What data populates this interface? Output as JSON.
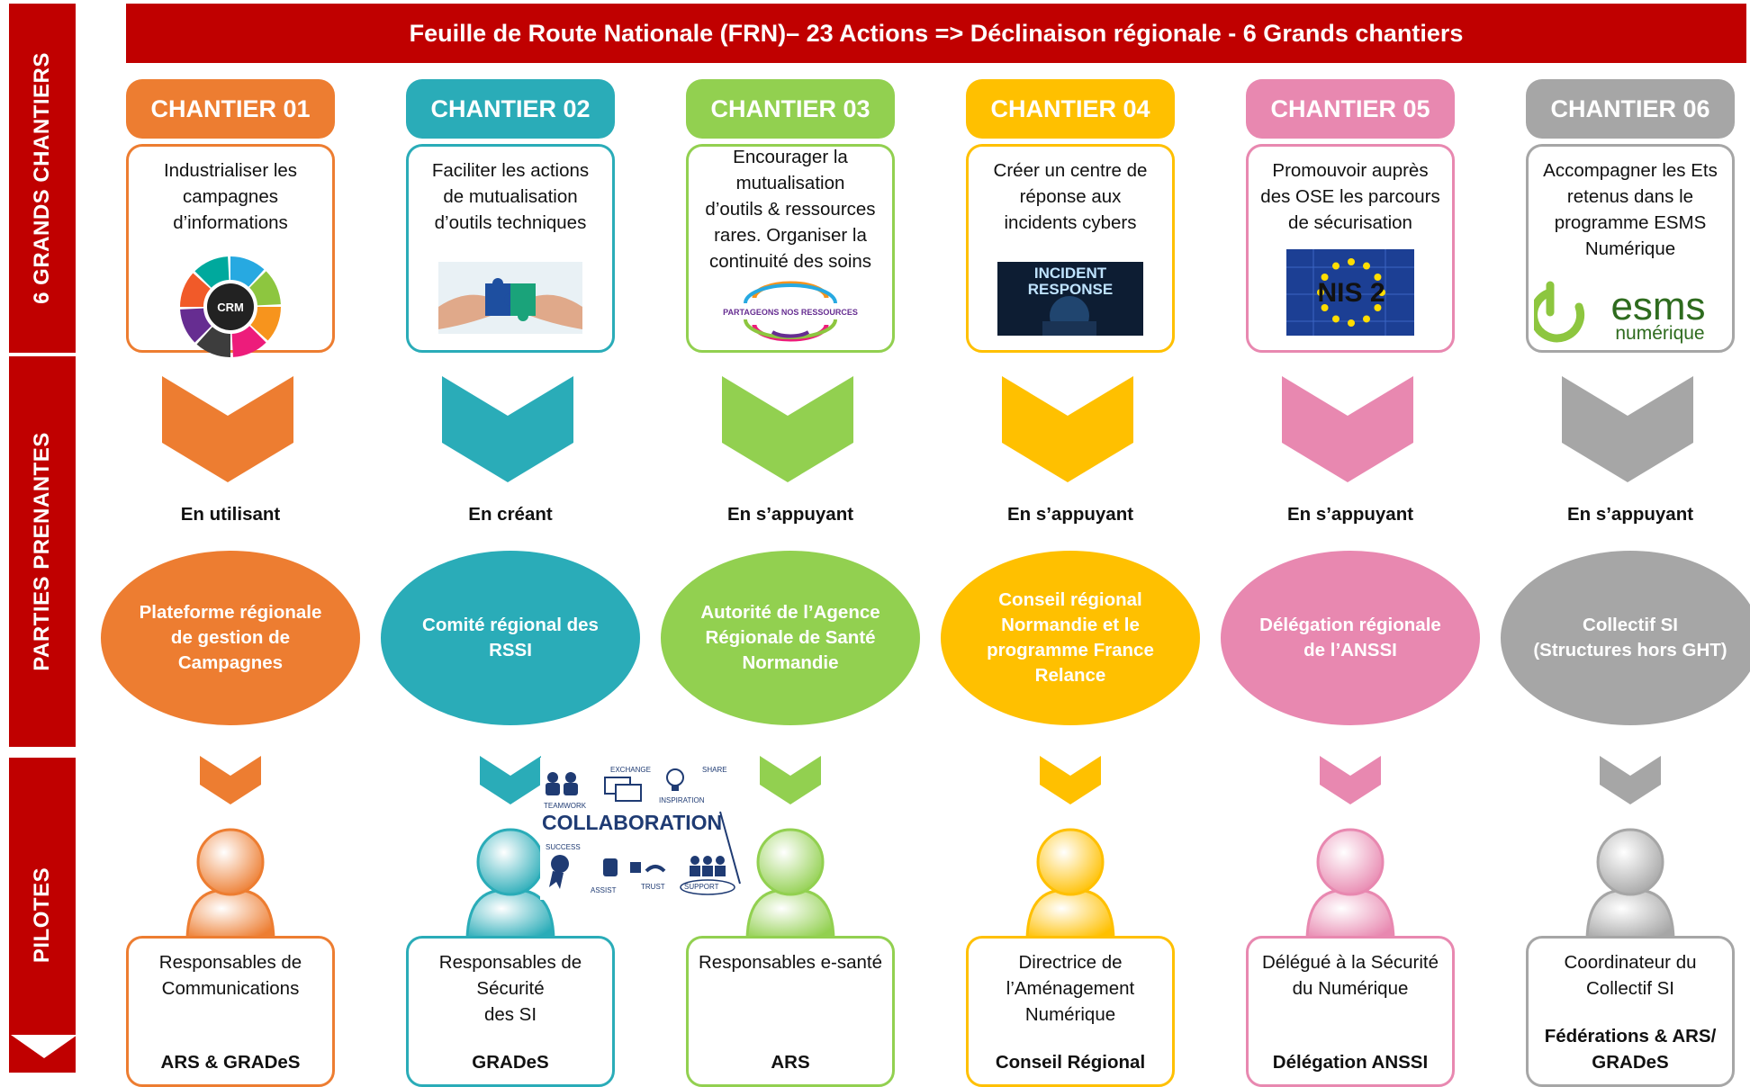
{
  "banner": "Feuille de Route Nationale (FRN)– 23 Actions => Déclinaison régionale - 6 Grands chantiers",
  "side_labels": [
    "6 GRANDS CHANTIERS",
    "PARTIES PRENANTES",
    "PILOTES"
  ],
  "colors": {
    "red": "#c00000",
    "c1": "#ed7d31",
    "c2": "#2aacb8",
    "c3": "#92d050",
    "c4": "#ffc000",
    "c5": "#e888b0",
    "c6": "#a6a6a6"
  },
  "chantiers": [
    {
      "title": "CHANTIER 01",
      "text": "Industrialiser les\ncampagnes\nd’informations",
      "image": "crm-wheel",
      "image_text": "CRM",
      "verb": "En utilisant",
      "partner": "Plateforme régionale\nde gestion de\nCampagnes",
      "role": "Responsables de\nCommunications",
      "org": "ARS & GRADeS"
    },
    {
      "title": "CHANTIER 02",
      "text": "Faciliter les actions\nde mutualisation\nd’outils techniques",
      "image": "puzzle-hands",
      "verb": "En créant",
      "partner": "Comité régional des\nRSSI",
      "role": "Responsables de\nSécurité\ndes SI",
      "org": "GRADeS"
    },
    {
      "title": "CHANTIER 03",
      "text": "Encourager la\nmutualisation\nd’outils & ressources\nrares. Organiser la\ncontinuité des soins",
      "image": "partageons-ressources",
      "image_text": "PARTAGEONS NOS RESSOURCES",
      "verb": "En s’appuyant",
      "partner": "Autorité de l’Agence\nRégionale de Santé\nNormandie",
      "role": "Responsables e-santé",
      "org": "ARS"
    },
    {
      "title": "CHANTIER 04",
      "text": "Créer un centre de\nréponse aux\nincidents cybers",
      "image": "incident-response",
      "image_text": "INCIDENT\nRESPONSE",
      "verb": "En s’appuyant",
      "partner": "Conseil régional\nNormandie et le\nprogramme France\nRelance",
      "role": "Directrice de\nl’Aménagement\nNumérique",
      "org": "Conseil Régional"
    },
    {
      "title": "CHANTIER 05",
      "text": "Promouvoir auprès\ndes OSE les parcours\nde sécurisation",
      "image": "nis2-flag",
      "image_text": "NIS 2",
      "verb": "En s’appuyant",
      "partner": "Délégation régionale\nde l’ANSSI",
      "role": "Délégué à la Sécurité\ndu Numérique",
      "org": "Délégation ANSSI"
    },
    {
      "title": "CHANTIER 06",
      "text": "Accompagner les Ets\nretenus dans le\nprogramme ESMS\nNumérique",
      "image": "esms-logo",
      "image_text": [
        "esms",
        "numérique"
      ],
      "verb": "En s’appuyant",
      "partner": "Collectif SI\n(Structures hors GHT)",
      "role": "Coordinateur du\nCollectif SI",
      "org": "Fédérations & ARS/\nGRADeS"
    }
  ],
  "collaboration": {
    "title": "COLLABORATION",
    "words": [
      "TEAMWORK",
      "EXCHANGE",
      "INSPIRATION",
      "SHARE",
      "SUCCESS",
      "ASSIST",
      "TRUST",
      "SUPPORT"
    ]
  }
}
